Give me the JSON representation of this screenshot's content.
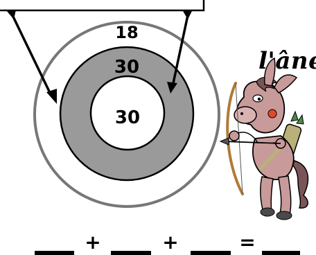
{
  "target": {
    "ring_scores": {
      "outer": "18",
      "middle": "30",
      "inner": "30"
    }
  },
  "character": {
    "label": "l'âne"
  },
  "equation": {
    "op1": "+",
    "op2": "+",
    "eq": "="
  },
  "colors": {
    "outer_ring_stroke": "#777777",
    "middle_ring_fill": "#9a9a9a",
    "ink": "#000000",
    "paper": "#ffffff",
    "donkey_body": "#c99a9a",
    "donkey_dark": "#7a5557",
    "bow": "#b07a3a",
    "quiver": "#b8b27a"
  },
  "icons": {
    "top_box": "answer-box",
    "arrows": "pointer-arrow",
    "mascot": "donkey-archer-illustration"
  }
}
